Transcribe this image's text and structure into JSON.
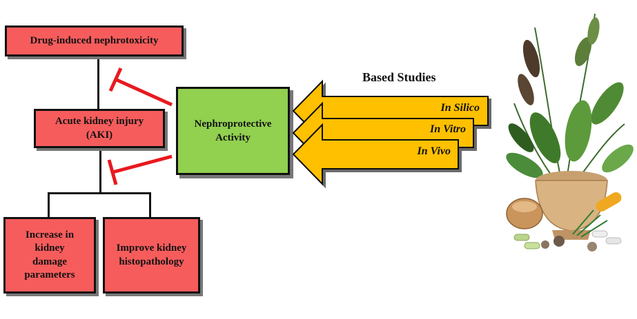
{
  "boxes": {
    "drug": "Drug-induced nephrotoxicity",
    "aki": "Acute kidney injury (AKI)",
    "increase": "Increase in kidney damage parameters",
    "improve": "Improve kidney histopathology",
    "center": "Nephroprotective Activity"
  },
  "studies": {
    "title": "Based Studies",
    "items": [
      "In Silico",
      "In Vitro",
      "In Vivo"
    ]
  },
  "colors": {
    "red_box": "#f75c5c",
    "green_box": "#92d050",
    "arrow_fill": "#ffc000",
    "inhibit": "#e8191f"
  }
}
